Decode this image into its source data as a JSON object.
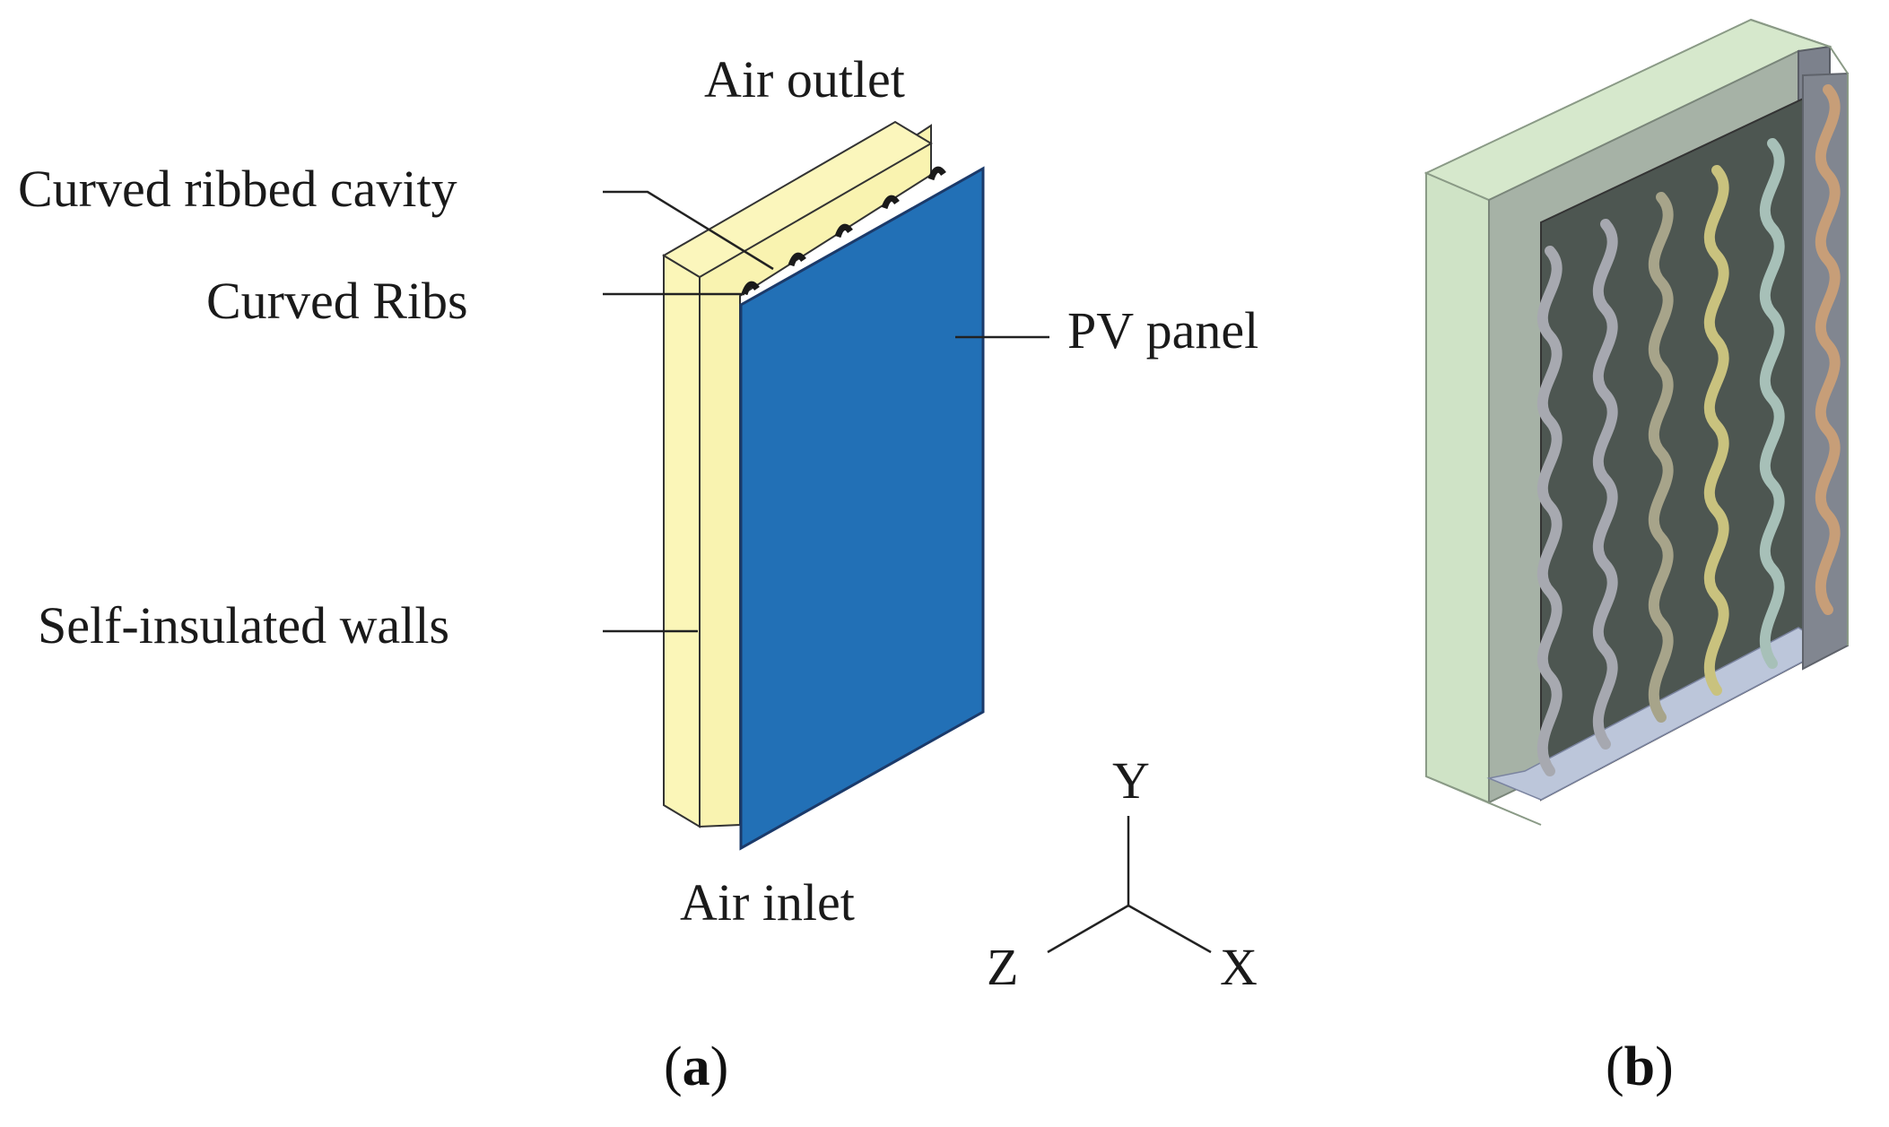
{
  "panel_a": {
    "labels": {
      "air_outlet": "Air outlet",
      "curved_ribbed_cavity": "Curved ribbed cavity",
      "curved_ribs": "Curved Ribs",
      "pv_panel": "PV panel",
      "self_insulated_walls": "Self-insulated walls",
      "air_inlet": "Air inlet"
    },
    "axes": {
      "y": "Y",
      "z": "Z",
      "x": "X"
    },
    "caption": {
      "open": "(",
      "letter": "a",
      "close": ")"
    },
    "colors": {
      "wall": "#fbf6b8",
      "panel": "#2270b6",
      "rib": "#1a1a1a"
    }
  },
  "panel_b": {
    "caption": {
      "open": "(",
      "letter": "b",
      "close": ")"
    },
    "colors": {
      "front_glass": "#cfe3c6",
      "cavity_dark": "#4d5651",
      "side_face": "#7c818c",
      "bottom_face": "#bcc6da",
      "rib_colors": [
        "#a7a9b0",
        "#a6a8b0",
        "#a7a48a",
        "#c9c27e",
        "#a7c0b8",
        "#c79e78"
      ]
    }
  }
}
